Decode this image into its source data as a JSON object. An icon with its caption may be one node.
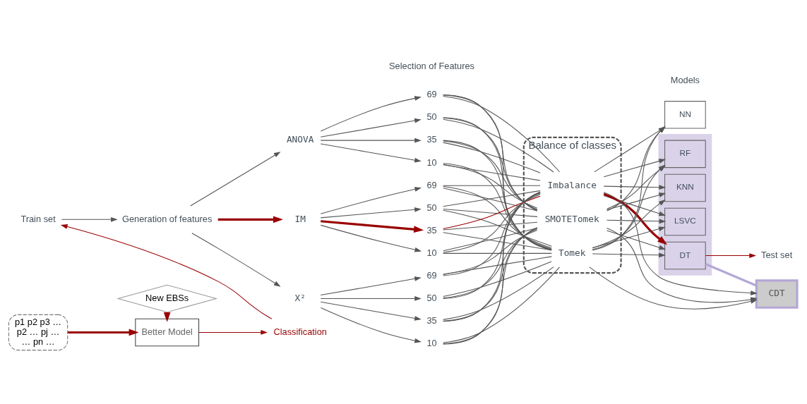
{
  "diagram": {
    "nodes": [
      {
        "text": [
          "Train set"
        ]
      },
      {
        "text": [
          "Generation of features"
        ]
      },
      {
        "text": [
          "ANOVA"
        ]
      },
      {
        "text": [
          "IM"
        ]
      },
      {
        "text": [
          "X²"
        ]
      },
      {
        "text": [
          "69"
        ]
      },
      {
        "text": [
          "50"
        ]
      },
      {
        "text": [
          "35"
        ]
      },
      {
        "text": [
          "10"
        ]
      },
      {
        "text": [
          "69"
        ]
      },
      {
        "text": [
          "50"
        ]
      },
      {
        "text": [
          "35"
        ]
      },
      {
        "text": [
          "10"
        ]
      },
      {
        "text": [
          "69"
        ]
      },
      {
        "text": [
          "50"
        ]
      },
      {
        "text": [
          "35"
        ]
      },
      {
        "text": [
          "10"
        ]
      },
      {
        "text": [
          "Balance of classes"
        ]
      },
      {
        "text": [
          "Imbalance"
        ],
        "in": 17
      },
      {
        "text": [
          "SMOTETomek"
        ],
        "in": 17
      },
      {
        "text": [
          "Tomek"
        ],
        "in": 17
      },
      {
        "text": [
          "NN"
        ]
      },
      {
        "text": [],
        "shape": "box"
      },
      {
        "text": [
          "RF"
        ],
        "in": 22
      },
      {
        "text": [
          "KNN"
        ],
        "in": 22
      },
      {
        "text": [
          "LSVC"
        ],
        "in": 22
      },
      {
        "text": [
          "DT"
        ],
        "in": 22
      },
      {
        "text": [
          "CDT"
        ]
      },
      {
        "text": [
          "Test set"
        ]
      },
      {
        "text": [
          "p1 p2 p3 …",
          "p2 … pj …",
          "… pn …"
        ]
      },
      {
        "text": [
          "New EBSs"
        ]
      },
      {
        "text": [
          "Better Model"
        ]
      },
      {
        "text": [
          "Classification"
        ]
      }
    ],
    "edges": [
      {
        "from": 0,
        "to": 1,
        "arrow": "to"
      },
      {
        "from": 1,
        "to": 2,
        "arrow": "to"
      },
      {
        "from": 1,
        "to": 3,
        "arrow": "to",
        "style": "thick",
        "color": "#990000"
      },
      {
        "from": 1,
        "to": 4,
        "arrow": "to"
      },
      {
        "from": 2,
        "to": 5,
        "arrow": "to"
      },
      {
        "from": 2,
        "to": 6,
        "arrow": "to"
      },
      {
        "from": 2,
        "to": 7,
        "arrow": "to"
      },
      {
        "from": 2,
        "to": 8,
        "arrow": "to"
      },
      {
        "from": 3,
        "to": 9,
        "arrow": "to"
      },
      {
        "from": 3,
        "to": 10,
        "arrow": "to"
      },
      {
        "from": 3,
        "to": 11,
        "arrow": "to",
        "style": "thick",
        "color": "#990000"
      },
      {
        "from": 3,
        "to": 12,
        "arrow": "to"
      },
      {
        "from": 4,
        "to": 13,
        "arrow": "to"
      },
      {
        "from": 4,
        "to": 14,
        "arrow": "to"
      },
      {
        "from": 4,
        "to": 15,
        "arrow": "to"
      },
      {
        "from": 4,
        "to": 16,
        "arrow": "to"
      },
      {
        "from": 5,
        "to": 18,
        "arrow": "none"
      },
      {
        "from": 5,
        "to": 19,
        "arrow": "none"
      },
      {
        "from": 5,
        "to": 20,
        "arrow": "none"
      },
      {
        "from": 6,
        "to": 18,
        "arrow": "none"
      },
      {
        "from": 6,
        "to": 19,
        "arrow": "none"
      },
      {
        "from": 6,
        "to": 20,
        "arrow": "none"
      },
      {
        "from": 7,
        "to": 18,
        "arrow": "none"
      },
      {
        "from": 7,
        "to": 19,
        "arrow": "none"
      },
      {
        "from": 7,
        "to": 20,
        "arrow": "none"
      },
      {
        "from": 8,
        "to": 18,
        "arrow": "none"
      },
      {
        "from": 8,
        "to": 19,
        "arrow": "none"
      },
      {
        "from": 8,
        "to": 20,
        "arrow": "none"
      },
      {
        "from": 9,
        "to": 18,
        "arrow": "none"
      },
      {
        "from": 9,
        "to": 19,
        "arrow": "none"
      },
      {
        "from": 9,
        "to": 20,
        "arrow": "none"
      },
      {
        "from": 10,
        "to": 18,
        "arrow": "none"
      },
      {
        "from": 10,
        "to": 19,
        "arrow": "none"
      },
      {
        "from": 10,
        "to": 20,
        "arrow": "none"
      },
      {
        "from": 11,
        "to": 18,
        "arrow": "none",
        "color": "#990000"
      },
      {
        "from": 11,
        "to": 19,
        "arrow": "none"
      },
      {
        "from": 11,
        "to": 20,
        "arrow": "none"
      },
      {
        "from": 12,
        "to": 18,
        "arrow": "none"
      },
      {
        "from": 12,
        "to": 19,
        "arrow": "none"
      },
      {
        "from": 12,
        "to": 20,
        "arrow": "none"
      },
      {
        "from": 13,
        "to": 18,
        "arrow": "none"
      },
      {
        "from": 13,
        "to": 19,
        "arrow": "none"
      },
      {
        "from": 13,
        "to": 20,
        "arrow": "none"
      },
      {
        "from": 14,
        "to": 18,
        "arrow": "none"
      },
      {
        "from": 14,
        "to": 19,
        "arrow": "none"
      },
      {
        "from": 14,
        "to": 20,
        "arrow": "none"
      },
      {
        "from": 15,
        "to": 18,
        "arrow": "none"
      },
      {
        "from": 15,
        "to": 19,
        "arrow": "none"
      },
      {
        "from": 15,
        "to": 20,
        "arrow": "none"
      },
      {
        "from": 16,
        "to": 18,
        "arrow": "none"
      },
      {
        "from": 16,
        "to": 19,
        "arrow": "none"
      },
      {
        "from": 16,
        "to": 20,
        "arrow": "none"
      },
      {
        "from": 18,
        "to": 21,
        "arrow": "to"
      },
      {
        "from": 18,
        "to": 23,
        "arrow": "to"
      },
      {
        "from": 18,
        "to": 24,
        "arrow": "to"
      },
      {
        "from": 18,
        "to": 25,
        "arrow": "to"
      },
      {
        "from": 18,
        "to": 26,
        "arrow": "to",
        "style": "thick",
        "color": "#990000"
      },
      {
        "from": 18,
        "to": 27,
        "arrow": "to"
      },
      {
        "from": 19,
        "to": 21,
        "arrow": "to"
      },
      {
        "from": 19,
        "to": 23,
        "arrow": "to"
      },
      {
        "from": 19,
        "to": 24,
        "arrow": "to"
      },
      {
        "from": 19,
        "to": 25,
        "arrow": "to"
      },
      {
        "from": 19,
        "to": 26,
        "arrow": "to"
      },
      {
        "from": 19,
        "to": 27,
        "arrow": "to"
      },
      {
        "from": 20,
        "to": 21,
        "arrow": "to"
      },
      {
        "from": 20,
        "to": 23,
        "arrow": "to"
      },
      {
        "from": 20,
        "to": 24,
        "arrow": "to"
      },
      {
        "from": 20,
        "to": 25,
        "arrow": "to"
      },
      {
        "from": 20,
        "to": 26,
        "arrow": "to"
      },
      {
        "from": 20,
        "to": 27,
        "arrow": "to"
      },
      {
        "from": 26,
        "to": 27,
        "arrow": "none",
        "style": "thick",
        "color": "#b4a7d6"
      },
      {
        "from": 26,
        "to": 28,
        "arrow": "to",
        "color": "#990000"
      },
      {
        "from": 29,
        "to": 31,
        "arrow": "to",
        "style": "thick",
        "color": "#990000"
      },
      {
        "from": 30,
        "to": 31,
        "arrow": "to",
        "style": "thick",
        "color": "#990000"
      },
      {
        "from": 31,
        "to": 32,
        "arrow": "to",
        "color": "#990000"
      },
      {
        "from": 32,
        "to": 0,
        "arrow": "to",
        "color": "#990000"
      }
    ],
    "labels": [
      "Selection of Features",
      "Models"
    ]
  }
}
